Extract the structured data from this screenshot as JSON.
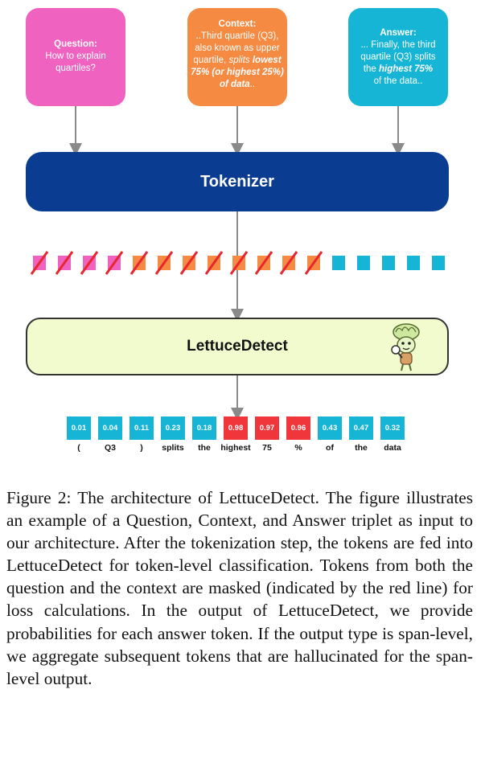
{
  "question": {
    "title": "Question:",
    "lines": [
      "How to explain",
      "quartiles?"
    ]
  },
  "context": {
    "title": "Context:",
    "line1": "..Third quartile (Q3),",
    "line2": "also known as upper",
    "line3_plain": "quartile, ",
    "line3_italic": "splits ",
    "line3_bold": "lowest",
    "line4": "75% (or highest 25%)",
    "line5_bold": "of data",
    "line5_tail": ".."
  },
  "answer": {
    "title": "Answer:",
    "line1": "... Finally, the third",
    "line2": "quartile (Q3) splits",
    "line3_plain": "the ",
    "line3_bold": "highest 75%",
    "line4": "of the data.."
  },
  "tokenizer_label": "Tokenizer",
  "detector_label": "LettuceDetect",
  "colors": {
    "question": "#f062bf",
    "context": "#f58a42",
    "answer": "#16b5d6",
    "hallucinated": "#f0353b",
    "tokenizer": "#0a3d91",
    "mask_line": "#e8262d"
  },
  "input_tokens": [
    {
      "type": "question",
      "masked": true
    },
    {
      "type": "question",
      "masked": true
    },
    {
      "type": "question",
      "masked": true
    },
    {
      "type": "question",
      "masked": true
    },
    {
      "type": "context",
      "masked": true
    },
    {
      "type": "context",
      "masked": true
    },
    {
      "type": "context",
      "masked": true
    },
    {
      "type": "context",
      "masked": true
    },
    {
      "type": "context",
      "masked": true
    },
    {
      "type": "context",
      "masked": true
    },
    {
      "type": "context",
      "masked": true
    },
    {
      "type": "context",
      "masked": true
    },
    {
      "type": "answer",
      "masked": false
    },
    {
      "type": "answer",
      "masked": false
    },
    {
      "type": "answer",
      "masked": false
    },
    {
      "type": "answer",
      "masked": false
    },
    {
      "type": "answer",
      "masked": false
    }
  ],
  "output_tokens": [
    {
      "prob": "0.01",
      "token": "(",
      "hallucinated": false
    },
    {
      "prob": "0.04",
      "token": "Q3",
      "hallucinated": false
    },
    {
      "prob": "0.11",
      "token": ")",
      "hallucinated": false
    },
    {
      "prob": "0.23",
      "token": "splits",
      "hallucinated": false
    },
    {
      "prob": "0.18",
      "token": "the",
      "hallucinated": false
    },
    {
      "prob": "0.98",
      "token": "highest",
      "hallucinated": true
    },
    {
      "prob": "0.97",
      "token": "75",
      "hallucinated": true
    },
    {
      "prob": "0.96",
      "token": "%",
      "hallucinated": true
    },
    {
      "prob": "0.43",
      "token": "of",
      "hallucinated": false
    },
    {
      "prob": "0.47",
      "token": "the",
      "hallucinated": false
    },
    {
      "prob": "0.32",
      "token": "data",
      "hallucinated": false
    }
  ],
  "caption": "Figure 2: The architecture of LettuceDetect. The figure illustrates an example of a Question, Context, and Answer triplet as input to our architecture. After the tokenization step, the tokens are fed into LettuceDetect for token-level classification. Tokens from both the question and the context are masked (indicated by the red line) for loss calculations. In the output of LettuceDetect, we provide probabilities for each answer token. If the output type is span-level, we aggregate subsequent tokens that are hallucinated for the span-level output."
}
